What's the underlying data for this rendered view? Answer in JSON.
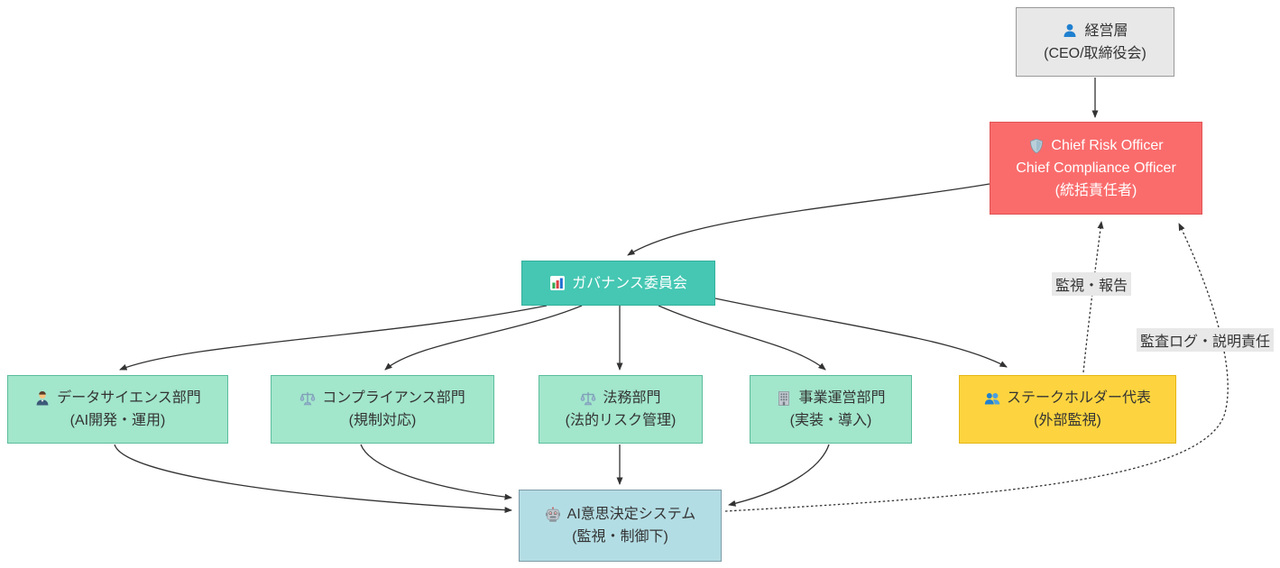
{
  "diagram_type": "flowchart",
  "nodes": {
    "executive": {
      "icon": "person-icon",
      "line1": "経営層",
      "line2": "(CEO/取締役会)"
    },
    "cro": {
      "icon": "shield-icon",
      "line1": "Chief Risk Officer",
      "line2": "Chief Compliance Officer",
      "line3": "(統括責任者)"
    },
    "committee": {
      "icon": "bar-chart-icon",
      "line1": "ガバナンス委員会"
    },
    "data_science": {
      "icon": "office-worker-icon",
      "line1": "データサイエンス部門",
      "line2": "(AI開発・運用)"
    },
    "compliance": {
      "icon": "scales-icon",
      "line1": "コンプライアンス部門",
      "line2": "(規制対応)"
    },
    "legal": {
      "icon": "scales-icon",
      "line1": "法務部門",
      "line2": "(法的リスク管理)"
    },
    "business": {
      "icon": "building-icon",
      "line1": "事業運営部門",
      "line2": "(実装・導入)"
    },
    "stakeholder": {
      "icon": "people-icon",
      "line1": "ステークホルダー代表",
      "line2": "(外部監視)"
    },
    "ai_system": {
      "icon": "robot-icon",
      "line1": "AI意思決定システム",
      "line2": "(監視・制御下)"
    }
  },
  "edge_labels": {
    "monitoring_report": "監視・報告",
    "audit_log": "監査ログ・説明責任"
  },
  "colors": {
    "executive": {
      "fill": "#e8e8e8",
      "stroke": "#999999",
      "text": "#333333"
    },
    "cro": {
      "fill": "#fa6c6c",
      "stroke": "#e05252",
      "text": "#ffffff"
    },
    "committee": {
      "fill": "#45c7b3",
      "stroke": "#34af9c",
      "text": "#ffffff"
    },
    "department": {
      "fill": "#a2e6cc",
      "stroke": "#5bbd9d",
      "text": "#333333"
    },
    "stakeholder": {
      "fill": "#fdd43f",
      "stroke": "#e5b614",
      "text": "#333333"
    },
    "ai_system": {
      "fill": "#b3dde4",
      "stroke": "#7d9aa7",
      "text": "#333333"
    },
    "edge": {
      "stroke": "#333333"
    },
    "edge_label_bg": "#e8e8e8"
  }
}
